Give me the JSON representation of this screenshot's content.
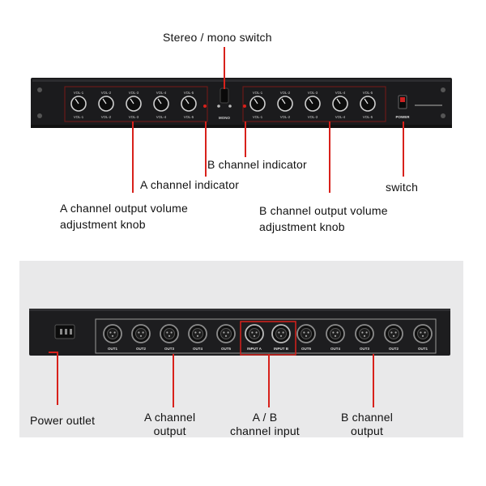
{
  "front_panel": {
    "knob_labels_a": [
      "VOL-1",
      "VOL-2",
      "VOL-3",
      "VOL-4",
      "VOL-5"
    ],
    "knob_labels_b": [
      "VOL-1",
      "VOL-2",
      "VOL-3",
      "VOL-4",
      "VOL-5"
    ],
    "mono_label": "MONO",
    "power_label": "POWER"
  },
  "rear_panel": {
    "outputs_a": [
      "OUT1",
      "OUT2",
      "OUT3",
      "OUT4",
      "OUT5"
    ],
    "inputs": [
      "INPUT A",
      "INPUT B"
    ],
    "outputs_b": [
      "OUT5",
      "OUT4",
      "OUT3",
      "OUT2",
      "OUT1"
    ]
  },
  "callouts": {
    "stereo_mono_switch": "Stereo / mono switch",
    "b_channel_indicator": "B channel indicator",
    "a_channel_indicator": "A channel indicator",
    "switch": "switch",
    "a_output_knob_line1": "A channel output volume",
    "a_output_knob_line2": "adjustment knob",
    "b_output_knob_line1": "B channel output volume",
    "b_output_knob_line2": "adjustment knob",
    "power_outlet": "Power outlet",
    "a_output_line1": "A channel",
    "a_output_line2": "output",
    "ab_input_line1": "A / B",
    "ab_input_line2": "channel input",
    "b_output_line1": "B channel",
    "b_output_line2": "output"
  },
  "colors": {
    "accent": "#d8211b",
    "chassis": "#1b1b1d",
    "panel_bg": "#e9e9ea"
  }
}
